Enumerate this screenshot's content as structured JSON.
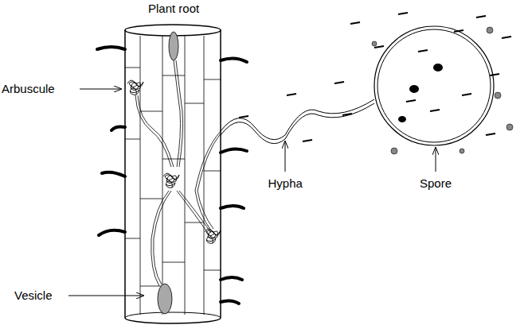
{
  "diagram": {
    "labels": [
      "Plant root",
      "Arbuscule",
      "Hypha",
      "Spore",
      "Vesicle"
    ]
  }
}
